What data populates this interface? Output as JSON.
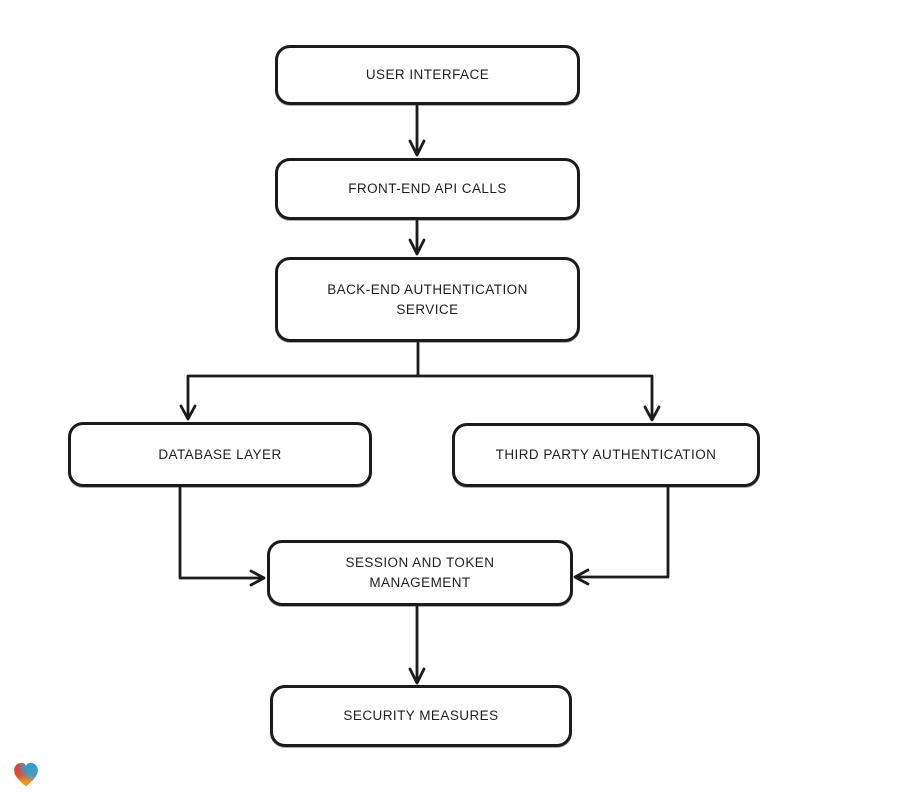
{
  "diagram": {
    "stroke_color": "#1b1b1b",
    "node_fill": "#ffffff",
    "text_color": "#1f1f1f",
    "nodes": [
      {
        "id": "user-interface",
        "label": "USER INTERFACE"
      },
      {
        "id": "front-end-api-calls",
        "label": "FRONT-END API CALLS"
      },
      {
        "id": "back-end-authentication-service",
        "label": "BACK-END AUTHENTICATION SERVICE"
      },
      {
        "id": "database-layer",
        "label": "DATABASE LAYER"
      },
      {
        "id": "third-party-authentication",
        "label": "THIRD PARTY AUTHENTICATION"
      },
      {
        "id": "session-and-token-management",
        "label": "SESSION AND TOKEN MANAGEMENT"
      },
      {
        "id": "security-measures",
        "label": "SECURITY MEASURES"
      }
    ],
    "edges": [
      {
        "from": "user-interface",
        "to": "front-end-api-calls"
      },
      {
        "from": "front-end-api-calls",
        "to": "back-end-authentication-service"
      },
      {
        "from": "back-end-authentication-service",
        "to": "database-layer"
      },
      {
        "from": "back-end-authentication-service",
        "to": "third-party-authentication"
      },
      {
        "from": "database-layer",
        "to": "session-and-token-management"
      },
      {
        "from": "third-party-authentication",
        "to": "session-and-token-management"
      },
      {
        "from": "session-and-token-management",
        "to": "security-measures"
      }
    ],
    "arrow_style": "open-v"
  },
  "branding": {
    "logo": "heart-logo",
    "logo_colors": {
      "red": "#e43f30",
      "blue": "#2b9fd8",
      "orange": "#f6921e"
    }
  }
}
